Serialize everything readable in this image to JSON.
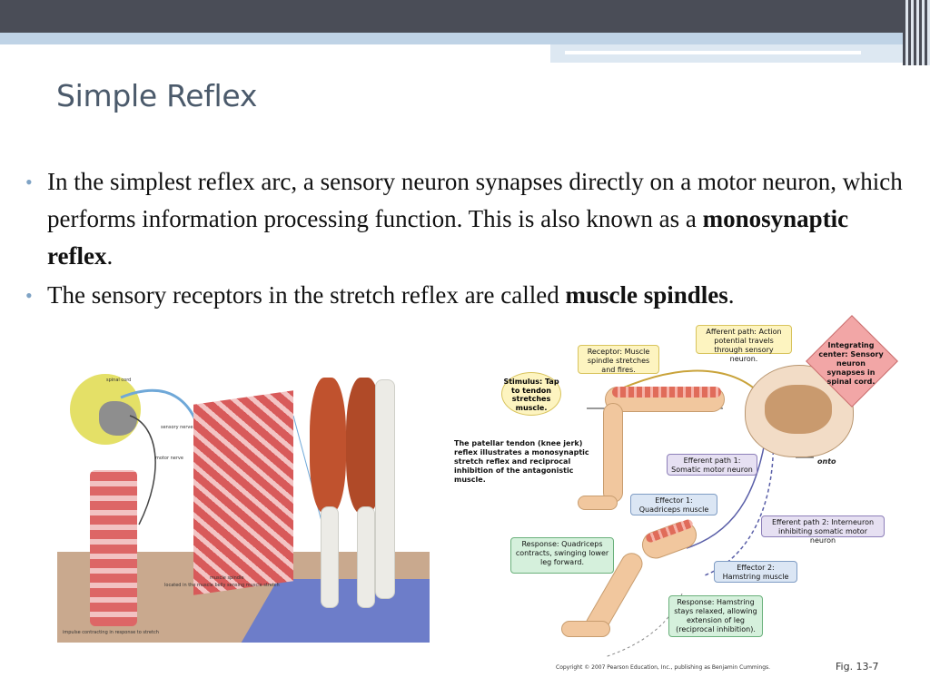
{
  "slide": {
    "title": "Simple Reflex",
    "bullets": [
      {
        "before": "In the simplest reflex arc, a sensory neuron synapses directly on a motor neuron, which performs information processing function. This is also known as a ",
        "bold": "monosynaptic reflex",
        "after": "."
      },
      {
        "before": "The sensory receptors in the stretch reflex are called ",
        "bold": "muscle spindles",
        "after": "."
      }
    ]
  },
  "left_figure": {
    "labels": {
      "spinal_cord": "spinal cord",
      "sensory_nerve": "sensory nerve",
      "motor_nerve": "motor nerve",
      "muscle_spindle": "muscle spindle",
      "spindle_location": "located in the muscle belly sensing muscle stretch",
      "impulse": "impulse contracting in response to stretch"
    }
  },
  "right_figure": {
    "afferent": "Afferent path: Action potential travels through sensory neuron.",
    "receptor": "Receptor: Muscle spindle stretches and fires.",
    "integrating": "Integrating center: Sensory neuron synapses in spinal cord.",
    "stimulus": "Stimulus: Tap to tendon stretches muscle.",
    "caption": "The patellar tendon (knee jerk) reflex illustrates a monosynaptic stretch reflex and reciprocal inhibition of the antagonistic muscle.",
    "efferent1": "Efferent path 1: Somatic motor neuron",
    "onto": "onto",
    "effector1": "Effector 1: Quadriceps muscle",
    "efferent2": "Efferent path 2: Interneuron inhibiting somatic motor neuron",
    "response1": "Response: Quadriceps contracts, swinging lower leg forward.",
    "effector2": "Effector 2: Hamstring muscle",
    "response2": "Response: Hamstring stays relaxed, allowing extension of leg (reciprocal inhibition).",
    "copyright": "Copyright © 2007 Pearson Education, Inc., publishing as Benjamin Cummings.",
    "fig": "Fig. 13-7"
  }
}
